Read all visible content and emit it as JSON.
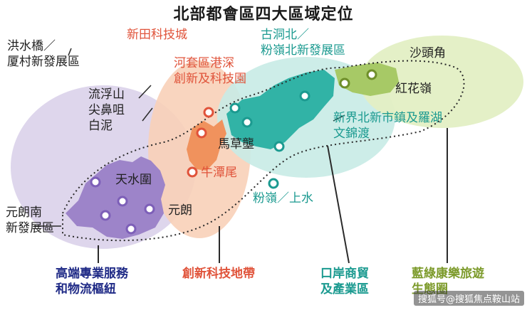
{
  "title": "北部都會區四大區域定位",
  "zones": {
    "hongshuiqiao": [
      "洪水橋／",
      "厦村新發展區"
    ],
    "lau_fau_shan": [
      "流浮山",
      "尖鼻咀",
      "白泥"
    ],
    "yuen_long_south": [
      "元朗南",
      "新發展區"
    ],
    "tin_shui_wai": "天水圍",
    "yuen_long": "元朗",
    "san_tin": "新田科技城",
    "loop": [
      "河套區港深",
      "創新及科技園"
    ],
    "lok_ma_chau": "馬草壟",
    "ngau_tam_mei": "牛潭尾",
    "kwu_tung": [
      "古洞北／",
      "粉嶺北新發展區"
    ],
    "sha_tau_kok": "沙頭角",
    "hung_fa_leng": "紅花嶺",
    "new_territories_north": [
      "新界北新市鎮及羅湖",
      "文錦渡"
    ],
    "fanling": "粉嶺／上水"
  },
  "categories": {
    "hub": [
      "高端專業服務",
      "和物流樞紐"
    ],
    "innovation": "創新科技地帶",
    "port": [
      "口岸商貿",
      "及產業區"
    ],
    "eco": [
      "藍綠康樂旅遊",
      "生態圈"
    ]
  },
  "watermark": "搜狐号@搜狐焦点鞍山站",
  "colors": {
    "purple": "#9d84c9",
    "orange": "#f2a77a",
    "teal": "#31b3a6",
    "green": "#b9d67f"
  }
}
